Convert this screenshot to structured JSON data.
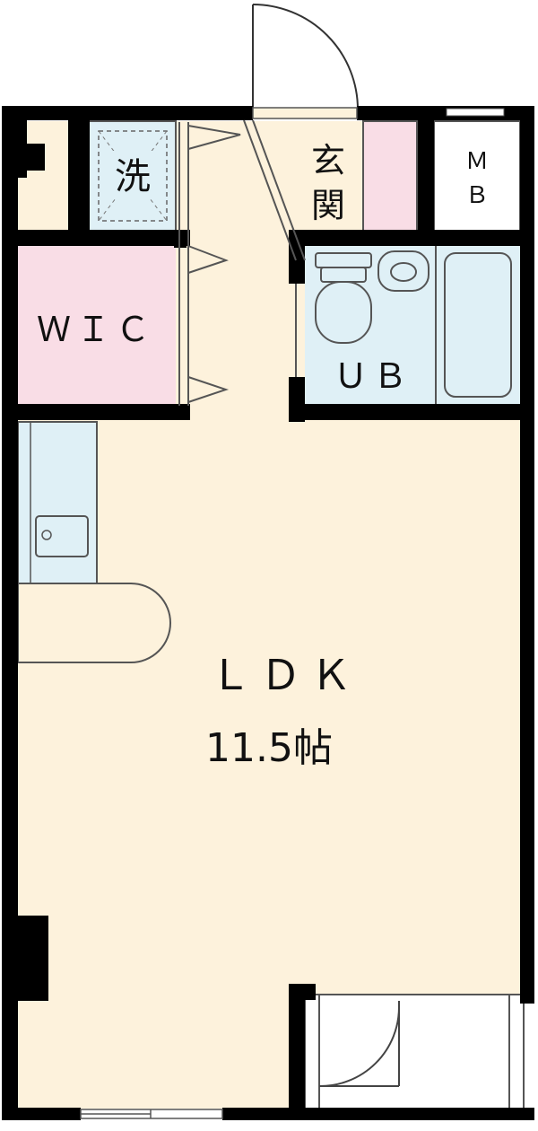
{
  "rooms": {
    "ldk": {
      "label": "ＬＤＫ",
      "area": "11.5帖"
    },
    "wic": {
      "label": "ＷＩＣ"
    },
    "ub": {
      "label": "ＵＢ"
    },
    "laundry": {
      "label": "洗"
    },
    "entrance": {
      "label_line1": "玄",
      "label_line2": "関"
    },
    "mb": {
      "label_line1": "Ｍ",
      "label_line2": "Ｂ"
    }
  },
  "colors": {
    "wall": "#000000",
    "ldk_floor": "#fdf2dc",
    "wic_floor": "#f9dde6",
    "wet_area": "#dff0f6",
    "shoe_box": "#f9dde6",
    "white": "#ffffff"
  }
}
